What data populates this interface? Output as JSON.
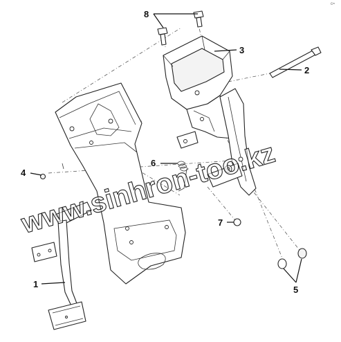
{
  "callouts": [
    {
      "id": "1",
      "label": "1"
    },
    {
      "id": "2",
      "label": "2"
    },
    {
      "id": "3",
      "label": "3"
    },
    {
      "id": "4",
      "label": "4"
    },
    {
      "id": "5",
      "label": "5"
    },
    {
      "id": "6",
      "label": "6"
    },
    {
      "id": "7",
      "label": "7"
    },
    {
      "id": "8",
      "label": "8"
    }
  ],
  "watermark": "www.sinhron-too.kz",
  "corner_mark": "c≈",
  "colors": {
    "line": "#222222",
    "background": "#ffffff"
  }
}
